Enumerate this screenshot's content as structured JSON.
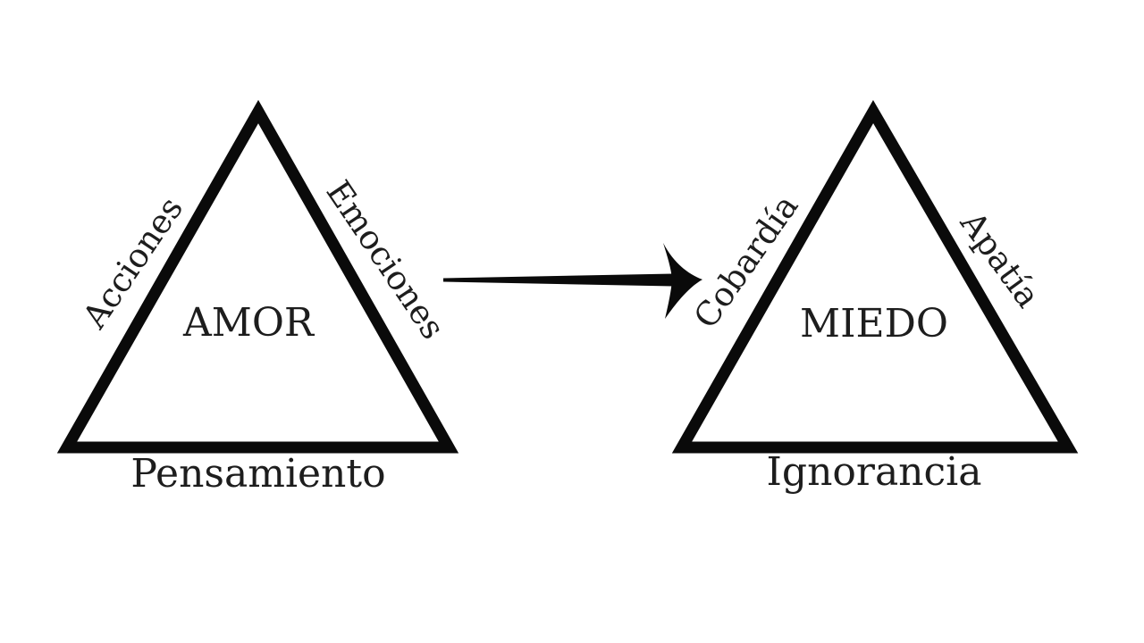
{
  "canvas": {
    "background_color": "#ffffff",
    "ink_color": "#0a0a0a",
    "text_color": "#1d1d1d"
  },
  "diagram": {
    "left_triangle": {
      "center_label": "AMOR",
      "left_side_label": "Acciones",
      "right_side_label": "Emociones",
      "bottom_label": "Pensamiento"
    },
    "arrow": {
      "direction": "right",
      "from": "AMOR",
      "to": "MIEDO"
    },
    "right_triangle": {
      "center_label": "MIEDO",
      "left_side_label": "Cobardía",
      "right_side_label": "Apatía",
      "bottom_label": "Ignorancia"
    }
  }
}
